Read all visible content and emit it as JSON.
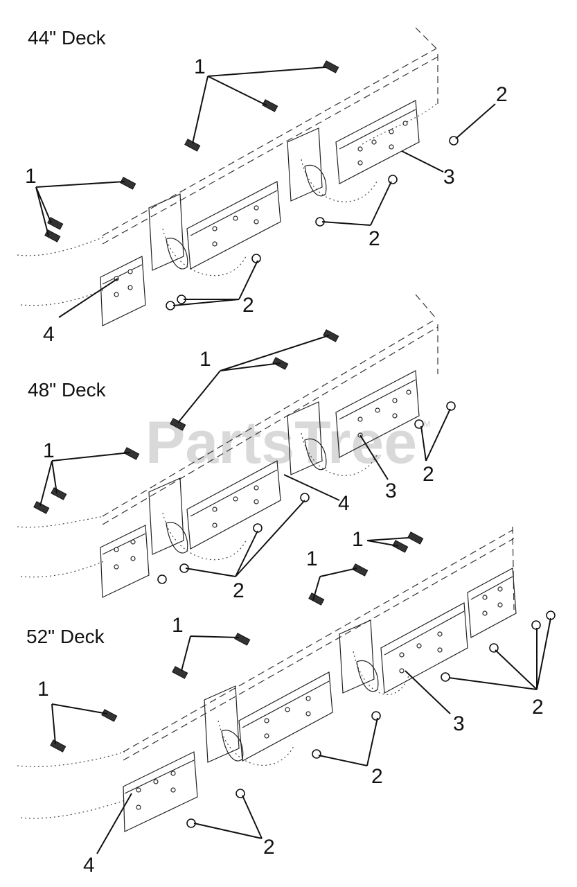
{
  "diagram": {
    "watermark": "PartsTree",
    "watermark_mark": "TM",
    "sections": [
      {
        "title": "44\" Deck",
        "callouts": [
          "1",
          "1",
          "2",
          "2",
          "2",
          "3",
          "4"
        ]
      },
      {
        "title": "48\" Deck",
        "callouts": [
          "1",
          "1",
          "2",
          "2",
          "3",
          "4"
        ]
      },
      {
        "title": "52\" Deck",
        "callouts": [
          "1",
          "1",
          "1",
          "1",
          "2",
          "2",
          "2",
          "3",
          "4"
        ]
      }
    ]
  }
}
